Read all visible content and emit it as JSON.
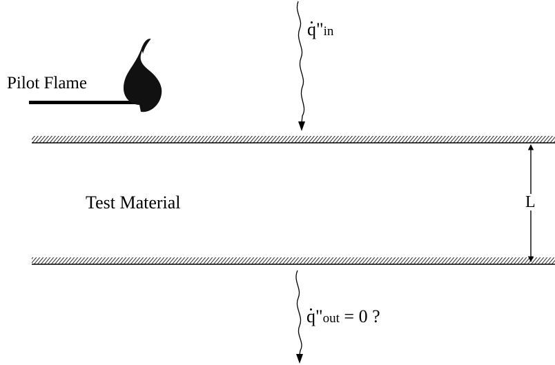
{
  "labels": {
    "pilot_flame": "Pilot Flame",
    "test_material": "Test Material",
    "thickness": "L"
  },
  "flux_in": {
    "symbol": "q",
    "primes": "\"",
    "subscript": "in"
  },
  "flux_out": {
    "symbol": "q",
    "primes": "\"",
    "subscript": "out",
    "relation": " = 0 ?"
  },
  "colors": {
    "ink": "#000000",
    "hatch": "#333333",
    "flame": "#111111",
    "background": "#ffffff"
  }
}
